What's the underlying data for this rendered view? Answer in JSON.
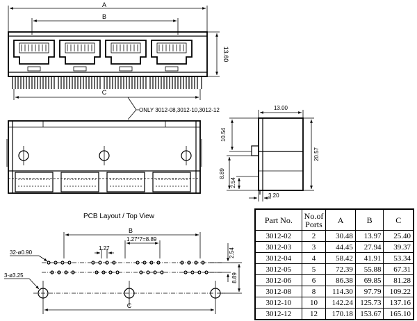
{
  "front_view": {
    "dim_a": "A",
    "dim_b": "B",
    "dim_c": "C",
    "dim_height": "13.60",
    "note": "ONLY 3012-08,3012-10,3012-12"
  },
  "side_view": {
    "dim_width": "13.00",
    "dim_10_54": "10.54",
    "dim_20_57": "20.57",
    "dim_8_89": "8.89",
    "dim_2_54": "2.54",
    "dim_3_20": "3.20"
  },
  "pcb_layout": {
    "title": "PCB Layout / Top View",
    "dim_b": "B",
    "dim_c": "C",
    "pitch_1_27": "1.27",
    "pitch_total": "1.27*7=8.89",
    "holes_small": "32-ø0.90",
    "holes_large": "3-ø3.25",
    "dim_2_54": "2.54",
    "dim_8_89": "8.89"
  },
  "spec_table": {
    "headers": {
      "part": "Part No.",
      "ports": "No.of Ports",
      "a": "A",
      "b": "B",
      "c": "C"
    },
    "rows": [
      {
        "part": "3012-02",
        "ports": "2",
        "a": "30.48",
        "b": "13.97",
        "c": "25.40"
      },
      {
        "part": "3012-03",
        "ports": "3",
        "a": "44.45",
        "b": "27.94",
        "c": "39.37"
      },
      {
        "part": "3012-04",
        "ports": "4",
        "a": "58.42",
        "b": "41.91",
        "c": "53.34"
      },
      {
        "part": "3012-05",
        "ports": "5",
        "a": "72.39",
        "b": "55.88",
        "c": "67.31"
      },
      {
        "part": "3012-06",
        "ports": "6",
        "a": "86.38",
        "b": "69.85",
        "c": "81.28"
      },
      {
        "part": "3012-08",
        "ports": "8",
        "a": "114.30",
        "b": "97.79",
        "c": "109.22"
      },
      {
        "part": "3012-10",
        "ports": "10",
        "a": "142.24",
        "b": "125.73",
        "c": "137.16"
      },
      {
        "part": "3012-12",
        "ports": "12",
        "a": "170.18",
        "b": "153.67",
        "c": "165.10"
      }
    ]
  }
}
